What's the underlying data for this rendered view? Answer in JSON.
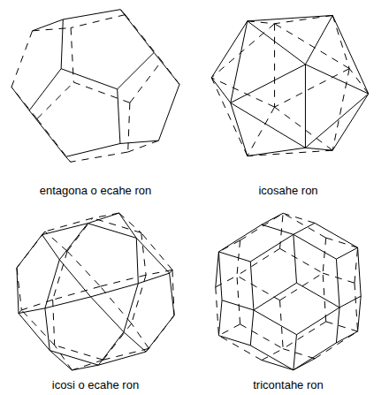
{
  "diagram": {
    "labels": [
      "entagona o ecahe ron",
      "icosahe ron",
      "icosi o ecahe ron",
      "tricontahe ron"
    ]
  }
}
